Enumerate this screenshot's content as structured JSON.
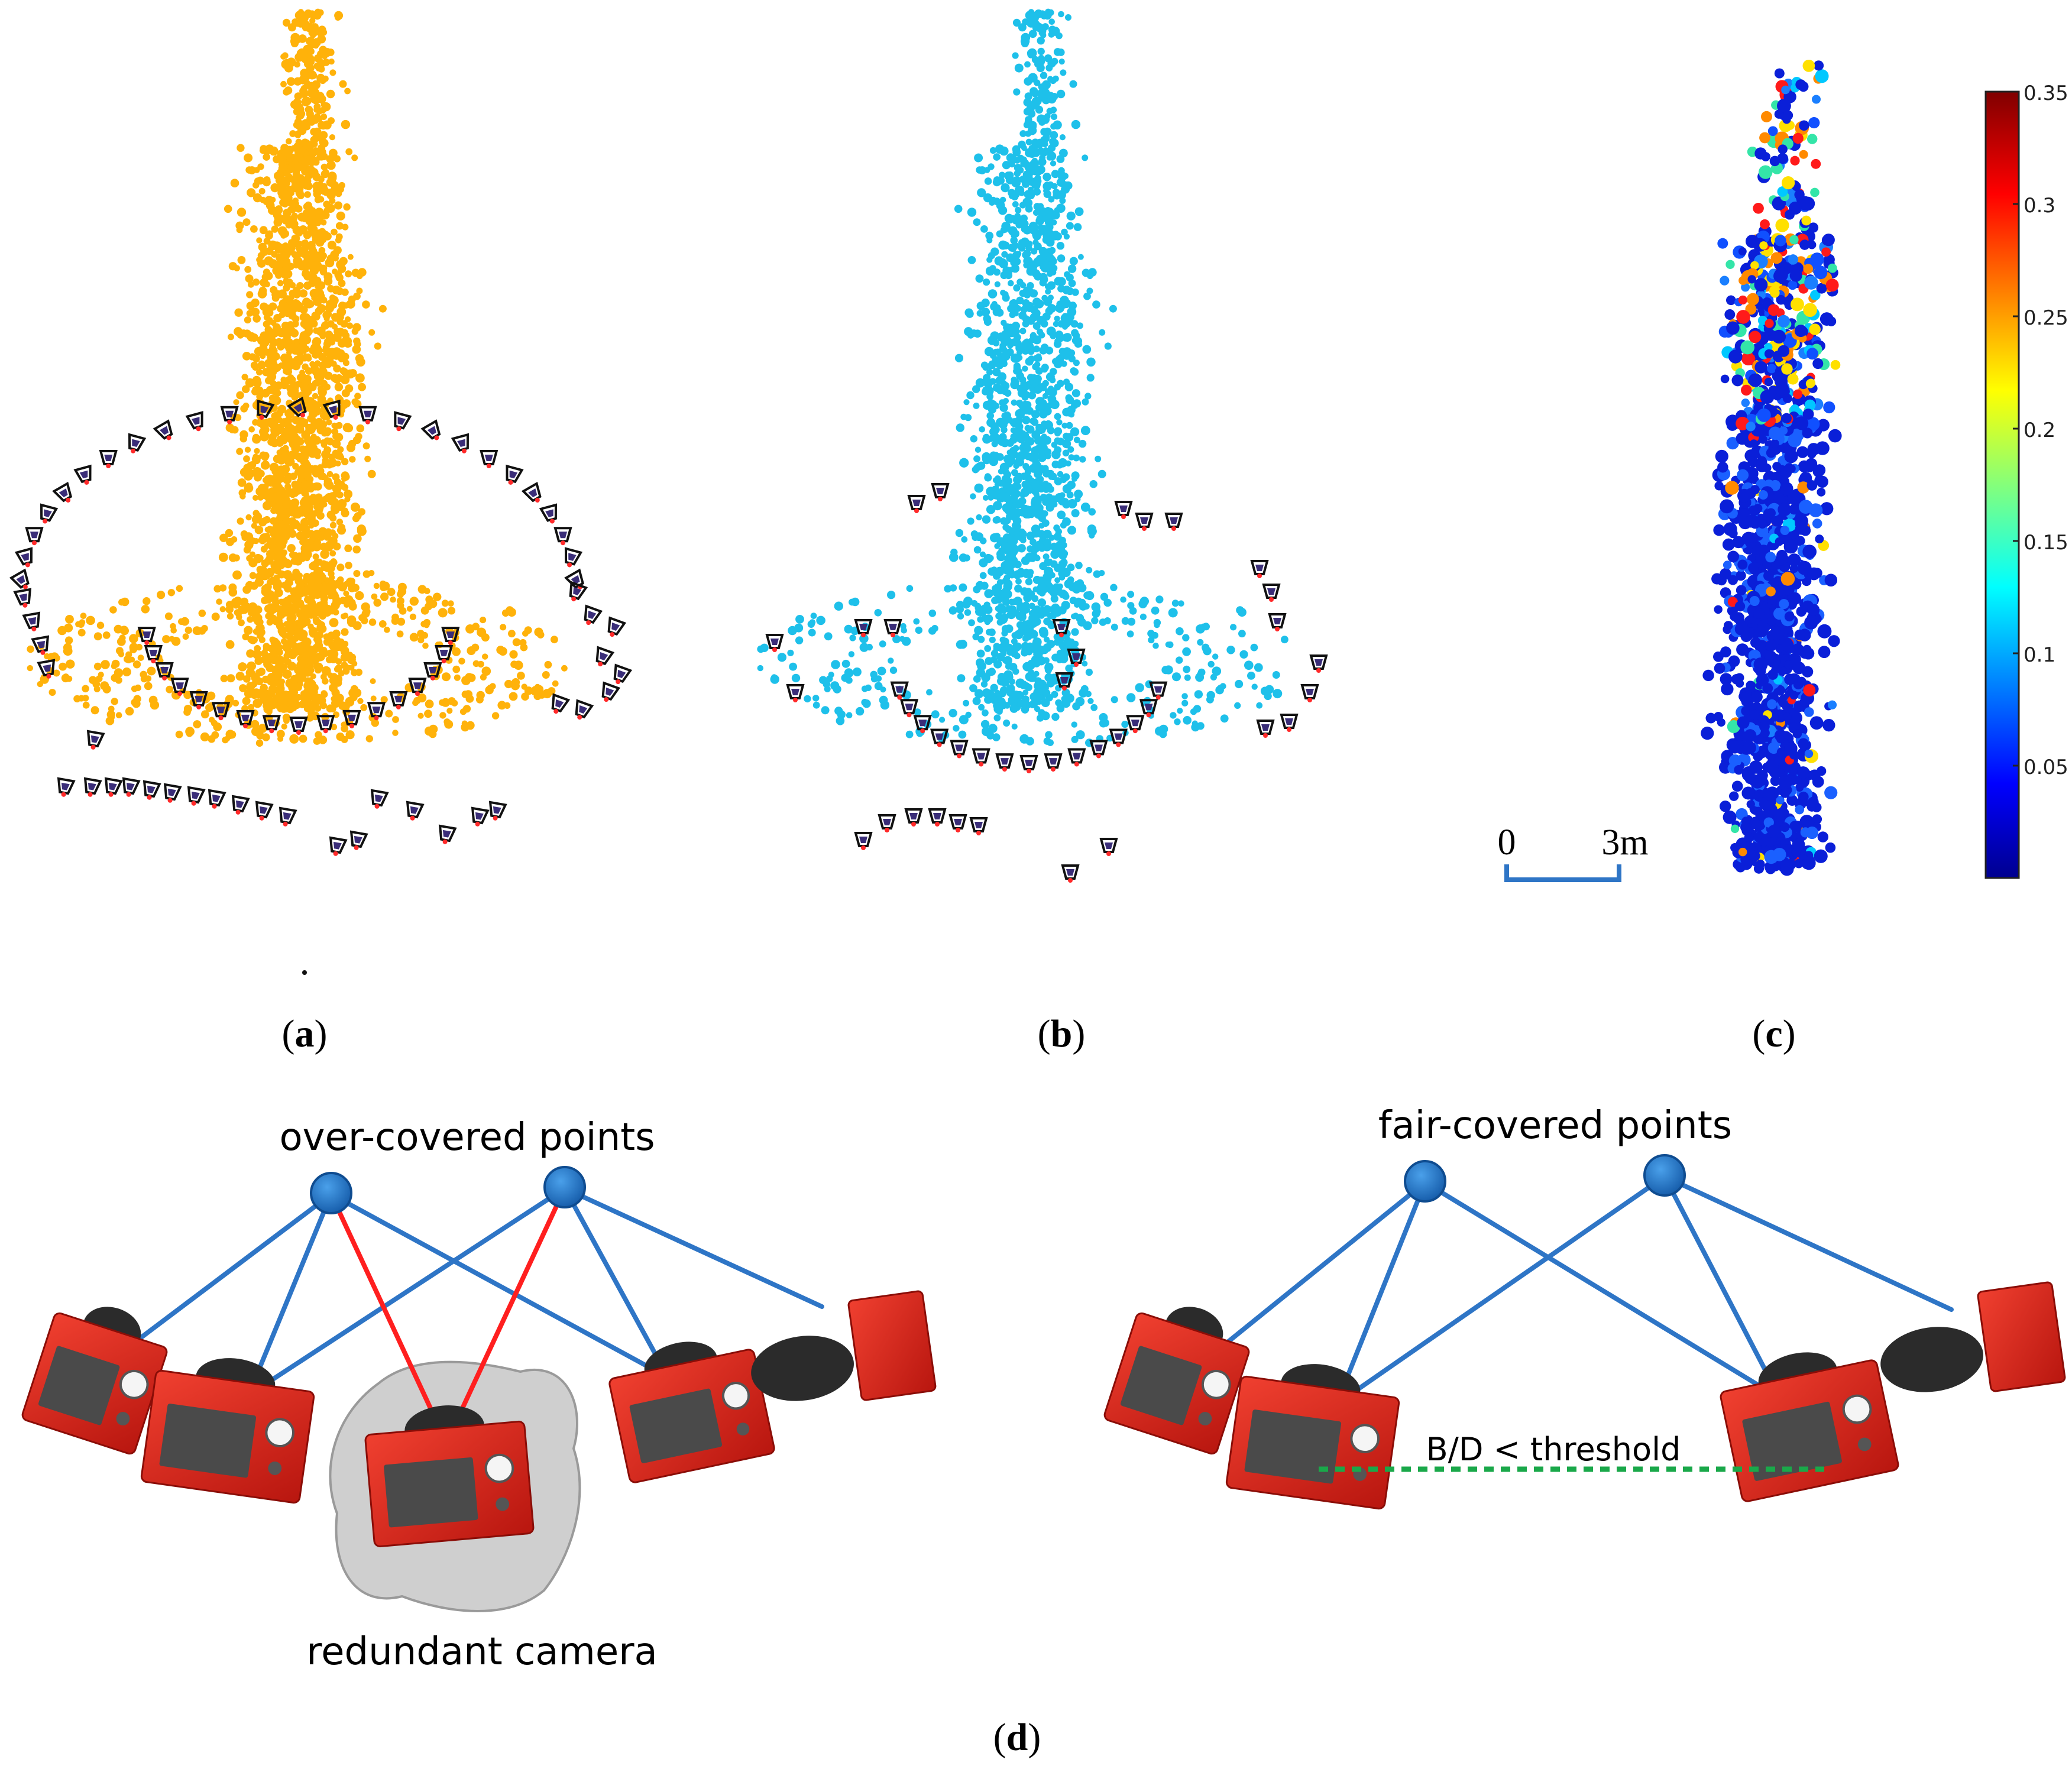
{
  "panels": {
    "a": {
      "label_open": "(",
      "label_letter": "a",
      "label_close": ")"
    },
    "b": {
      "label_open": "(",
      "label_letter": "b",
      "label_close": ")"
    },
    "c": {
      "label_open": "(",
      "label_letter": "c",
      "label_close": ")"
    },
    "d": {
      "label_open": "(",
      "label_letter": "d",
      "label_close": ")"
    }
  },
  "scalebar": {
    "start": "0",
    "end": "3m"
  },
  "colorbar": {
    "ticks": [
      "0.35",
      "0.3",
      "0.25",
      "0.2",
      "0.15",
      "0.1",
      "0.05"
    ],
    "tick_values": [
      0.35,
      0.3,
      0.25,
      0.2,
      0.15,
      0.1,
      0.05
    ],
    "range": [
      0,
      0.35
    ]
  },
  "diagram_left": {
    "title": "over-covered points",
    "caption": "redundant camera"
  },
  "diagram_right": {
    "title": "fair-covered points",
    "ratio_label": "B/D < threshold"
  },
  "colors": {
    "point_cloud_a": "#ffb20a",
    "point_cloud_b": "#1ec0ea",
    "link_blue": "#2e75c6",
    "link_red": "#ff1f1f",
    "node_blue": "#1f6fc2",
    "threshold_green": "#1aa84a",
    "camera_body": "#e3261c",
    "camera_marker": "#3a2d78"
  }
}
